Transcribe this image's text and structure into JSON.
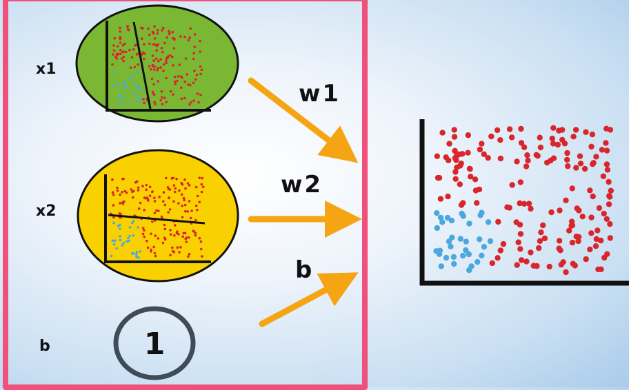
{
  "inputs": [
    {
      "label": "x1",
      "fill": "#7ab833",
      "shape": "scatter-with-steep-boundary"
    },
    {
      "label": "x2",
      "fill": "#f9d100",
      "shape": "scatter-with-flat-boundary"
    },
    {
      "label": "b",
      "node_value": "1",
      "stroke": "#3f4b57"
    }
  ],
  "weights": [
    "w1",
    "w2",
    "b"
  ],
  "colors": {
    "frame": "#f0507c",
    "arrow": "#f5a514",
    "red_point": "#d8262b",
    "blue_point": "#4aa8de",
    "axis": "#111111"
  },
  "output_plot": {
    "description_points": "red points fill most of the plot; blue cluster bottom-left"
  }
}
